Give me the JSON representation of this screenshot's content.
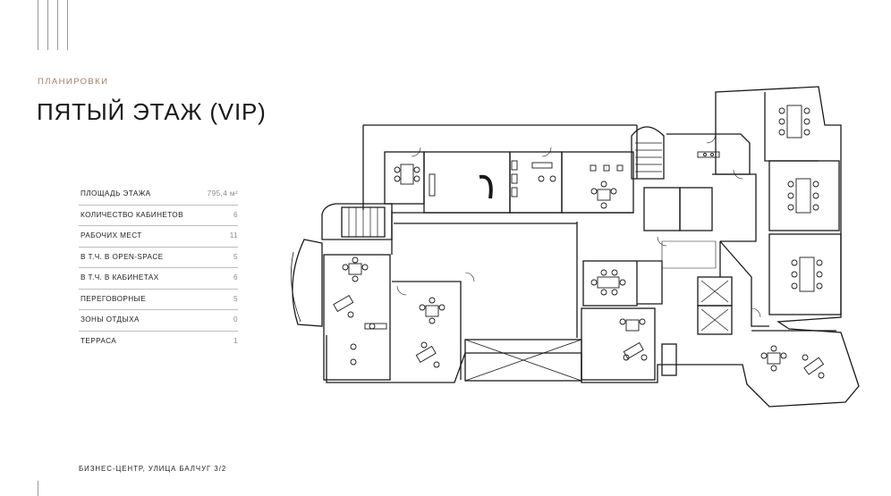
{
  "header": {
    "section_label": "ПЛАНИРОВКИ",
    "title": "ПЯТЫЙ ЭТАЖ (VIP)"
  },
  "stats": [
    {
      "label": "ПЛОЩАДЬ ЭТАЖА",
      "value": "795,4 м²"
    },
    {
      "label": "КОЛИЧЕСТВО КАБИНЕТОВ",
      "value": "6"
    },
    {
      "label": "РАБОЧИХ МЕСТ",
      "value": "11"
    },
    {
      "label": "В Т.Ч. В OPEN-SPACE",
      "value": "5"
    },
    {
      "label": "В Т.Ч. В КАБИНЕТАХ",
      "value": "6"
    },
    {
      "label": "ПЕРЕГОВОРНЫЕ",
      "value": "5"
    },
    {
      "label": "ЗОНЫ ОТДЫХА",
      "value": "0"
    },
    {
      "label": "ТЕРРАСА",
      "value": "1"
    }
  ],
  "footer": {
    "address": "БИЗНЕС-ЦЕНТР, УЛИЦА БАЛЧУГ 3/2"
  },
  "colors": {
    "accent": "#a1815a",
    "text": "#1c1c1c",
    "muted": "#8a8a8a",
    "divider": "#bdbdbd",
    "plan_line": "#1a1a1a"
  },
  "icons": [
    "floor-plan-icon",
    "meeting-table-icon",
    "office-chair-icon",
    "elevator-icon",
    "stair-icon",
    "door-swing-icon"
  ]
}
